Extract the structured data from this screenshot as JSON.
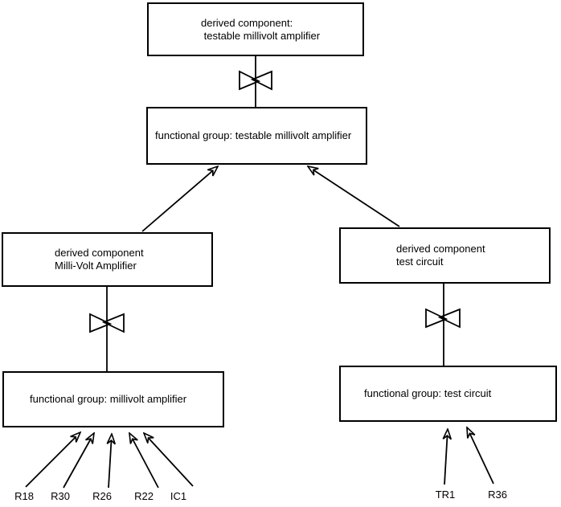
{
  "diagram": {
    "nodes": {
      "derived_testable": {
        "line1": "derived component:",
        "line2": " testable millivolt amplifier"
      },
      "functional_testable": {
        "label": "functional group: testable millivolt amplifier"
      },
      "derived_millivolt": {
        "line1": "derived component",
        "line2": "Milli-Volt Amplifier"
      },
      "derived_test": {
        "line1": "derived component",
        "line2": "test circuit"
      },
      "functional_millivolt": {
        "label": "functional group: millivolt amplifier"
      },
      "functional_test": {
        "label": "functional group: test circuit"
      }
    },
    "millivolt_inputs": [
      "R18",
      "R30",
      "R26",
      "R22",
      "IC1"
    ],
    "test_inputs": [
      "TR1",
      "R36"
    ],
    "colors": {
      "line": "#000000",
      "background": "#ffffff",
      "text": "#000000"
    }
  }
}
